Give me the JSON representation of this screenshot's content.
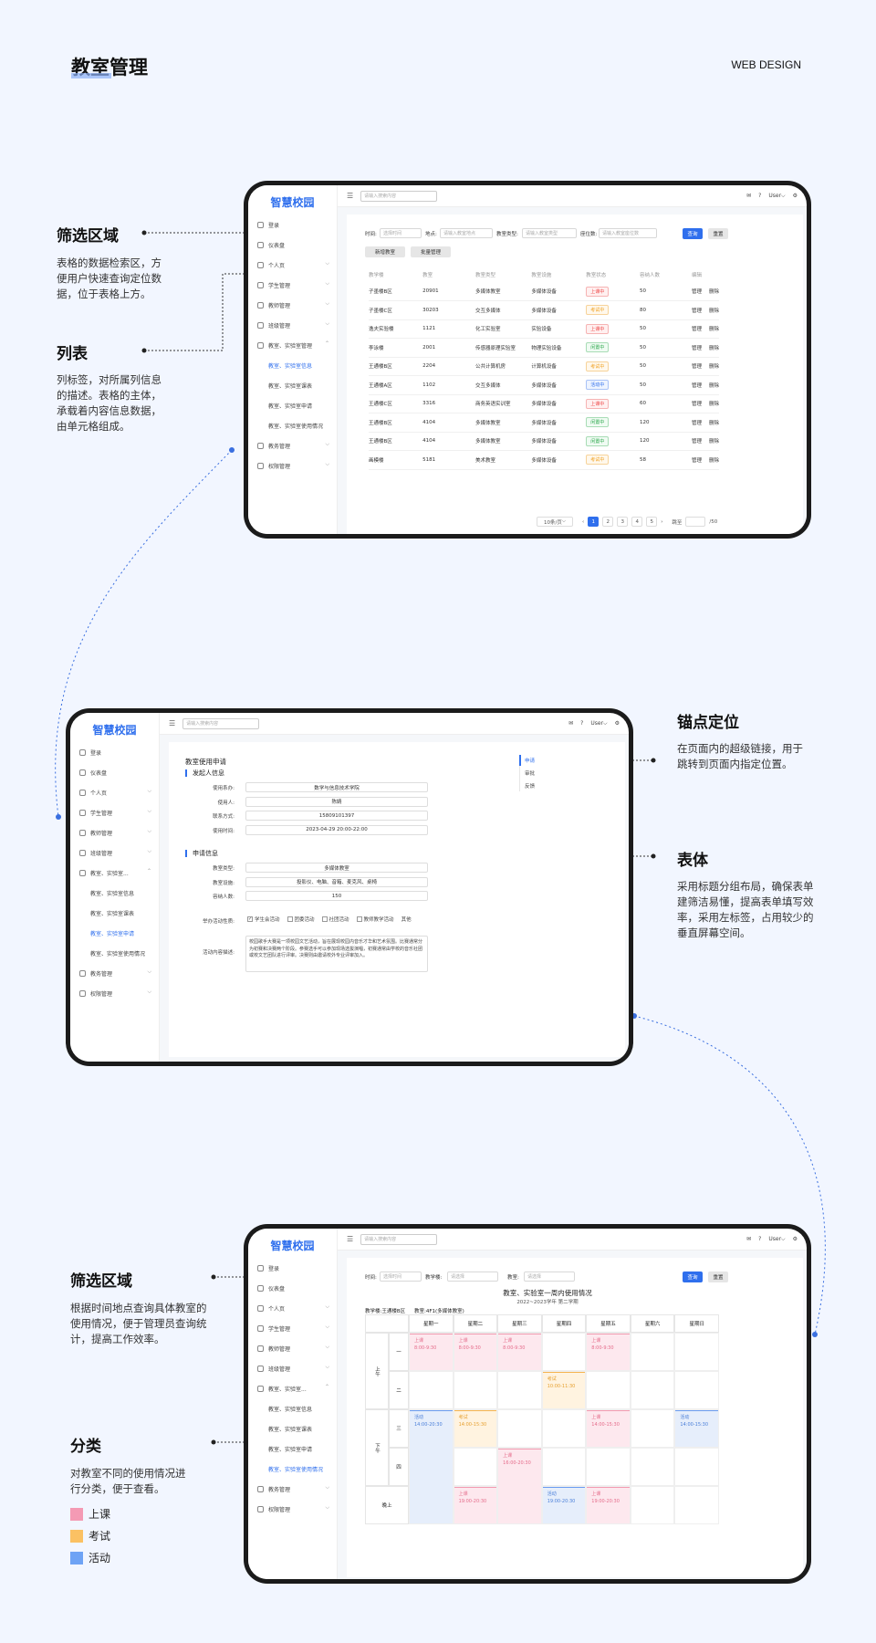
{
  "page": {
    "title": "教室管理",
    "tag": "WEB DESIGN"
  },
  "annotations": {
    "filter": {
      "title": "筛选区域",
      "desc": "表格的数据检索区，方便用户快速查询定位数据，位于表格上方。"
    },
    "list": {
      "title": "列表",
      "desc": "列标签，对所属列信息的描述。表格的主体，承载着内容信息数据，由单元格组成。"
    },
    "anchor": {
      "title": "锚点定位",
      "desc": "在页面内的超级链接，用于跳转到页面内指定位置。"
    },
    "form": {
      "title": "表体",
      "desc": "采用标题分组布局，确保表单建筛洁易懂，提高表单填写效率，采用左标签，占用较少的垂直屏幕空间。"
    },
    "filter2": {
      "title": "筛选区域",
      "desc": "根据时间地点查询具体教室的使用情况，便于管理员查询统计，提高工作效率。"
    },
    "category": {
      "title": "分类",
      "desc": "对教室不同的使用情况进行分类，便于查看。"
    },
    "legend": [
      {
        "label": "上课",
        "color": "#f49ab4"
      },
      {
        "label": "考试",
        "color": "#fbc163"
      },
      {
        "label": "活动",
        "color": "#6ea3f5"
      }
    ]
  },
  "app": {
    "logo": "智慧校园",
    "search_placeholder": "请输入搜索内容",
    "user": "User",
    "icons": [
      "mail-icon",
      "help-icon",
      "user-icon",
      "settings-icon"
    ],
    "menu": [
      "登录",
      "仪表盘",
      "个人页",
      "学生管理",
      "教师管理",
      "班级管理",
      "教室、实验室管理",
      "教务管理",
      "权限管理"
    ],
    "menu_short": "教室、实验室...",
    "submenu": [
      "教室、实验室信息",
      "教室、实验室课表",
      "教室、实验室申请",
      "教室、实验室使用情况"
    ]
  },
  "screen1": {
    "filters": {
      "time_label": "时间:",
      "time_placeholder": "选择时间",
      "place_label": "地点:",
      "place_placeholder": "请输入教室地点",
      "type_label": "教室类型:",
      "type_placeholder": "请输入教室类型",
      "seat_label": "座位数:",
      "seat_placeholder": "请输入教室座位数",
      "query": "查询",
      "reset": "重置",
      "add": "新增教室",
      "batch": "批量管理"
    },
    "columns": [
      "教学楼",
      "教室",
      "教室类型",
      "教室设施",
      "教室状态",
      "容纳人数",
      "编辑"
    ],
    "rows": [
      [
        "子墨楼B区",
        "20901",
        "多媒体教室",
        "多媒体设备",
        "上课中",
        "50"
      ],
      [
        "子墨楼C区",
        "30203",
        "交互多媒体",
        "多媒体设备",
        "考试中",
        "80"
      ],
      [
        "逸夫实验楼",
        "1121",
        "化工实验室",
        "实验设备",
        "上课中",
        "50"
      ],
      [
        "李泳楼",
        "2001",
        "传感器原理实验室",
        "物理实验设备",
        "闲置中",
        "50"
      ],
      [
        "王通楼B区",
        "2204",
        "公共计算机房",
        "计算机设备",
        "考试中",
        "50"
      ],
      [
        "王通楼A区",
        "1102",
        "交互多媒体",
        "多媒体设备",
        "活动中",
        "50"
      ],
      [
        "王通楼C区",
        "3316",
        "商务英语实训室",
        "多媒体设备",
        "上课中",
        "60"
      ],
      [
        "王通楼B区",
        "4104",
        "多媒体教室",
        "多媒体设备",
        "闲置中",
        "120"
      ],
      [
        "王通楼B区",
        "4104",
        "多媒体教室",
        "多媒体设备",
        "闲置中",
        "120"
      ],
      [
        "画模楼",
        "5181",
        "美术教室",
        "多媒体设备",
        "考试中",
        "58"
      ]
    ],
    "actions": [
      "管理",
      "删除"
    ],
    "pagination": {
      "page_size": "10条/页",
      "pages": [
        "1",
        "2",
        "3",
        "4",
        "5"
      ],
      "current": "1",
      "jump_label": "跳至",
      "total": "/50"
    }
  },
  "screen2": {
    "title": "教室使用申请",
    "section1": "发起人信息",
    "fields1": [
      {
        "label": "使用系办:",
        "value": "数学与信息技术学院"
      },
      {
        "label": "使用人:",
        "value": "陈婧"
      },
      {
        "label": "联系方式:",
        "value": "15809101397"
      },
      {
        "label": "使用时间:",
        "value": "2023-04-29   20:00-22:00"
      }
    ],
    "section2": "申请信息",
    "fields2": [
      {
        "label": "教室类型:",
        "value": "多媒体教室"
      },
      {
        "label": "教室设施:",
        "value": "投影仪、电脑、音箱、麦克风、桌椅"
      },
      {
        "label": "容纳人数:",
        "value": "150"
      }
    ],
    "activity_label": "举办活动性质:",
    "activity_options": [
      "学生会活动",
      "团委活动",
      "社团活动",
      "教师教学活动",
      "其他"
    ],
    "content_label": "活动内容描述:",
    "content_text": "校园歌手大赛是一项校园文艺活动，旨在展现校园内音乐才华和艺术氛围。比赛通常分为初赛和决赛两个阶段。参赛选手可以参加现场选拔演唱，初赛通常由学校的音乐社团或校文艺团队进行评审。决赛则由邀请校外专业评审加入。",
    "anchors": [
      "申请",
      "审批",
      "反馈"
    ]
  },
  "screen3": {
    "filters": {
      "time_label": "时间:",
      "time_placeholder": "选择时间",
      "building_label": "教学楼:",
      "building_placeholder": "请选择",
      "room_label": "教室:",
      "room_placeholder": "请选择",
      "query": "查询",
      "reset": "重置"
    },
    "title": "教室、实验室一周内使用情况",
    "subtitle": "2022~2023学年 第二学期",
    "building": "教学楼:王通楼B区",
    "room": "教室:4F1(多媒体教室)",
    "days": [
      "星期一",
      "星期二",
      "星期三",
      "星期四",
      "星期五",
      "星期六",
      "星期日"
    ],
    "periods": [
      {
        "half": "上午",
        "slots": [
          "一",
          "二"
        ]
      },
      {
        "half": "下午",
        "slots": [
          "三",
          "四"
        ]
      }
    ],
    "evening": "晚上",
    "events": [
      {
        "type": "class",
        "label": "上课",
        "time": "8:00-9:30",
        "day": 0,
        "slot": 0,
        "span": 1
      },
      {
        "type": "class",
        "label": "上课",
        "time": "8:00-9:30",
        "day": 1,
        "slot": 0,
        "span": 1
      },
      {
        "type": "class",
        "label": "上课",
        "time": "8:00-9:30",
        "day": 2,
        "slot": 0,
        "span": 1
      },
      {
        "type": "class",
        "label": "上课",
        "time": "8:00-9:30",
        "day": 4,
        "slot": 0,
        "span": 1
      },
      {
        "type": "exam",
        "label": "考试",
        "time": "10:00-11:30",
        "day": 3,
        "slot": 1,
        "span": 1
      },
      {
        "type": "activity",
        "label": "活动",
        "time": "14:00-20:30",
        "day": 0,
        "slot": 2,
        "span": 3
      },
      {
        "type": "exam",
        "label": "考试",
        "time": "14:00-15:30",
        "day": 1,
        "slot": 2,
        "span": 1
      },
      {
        "type": "class",
        "label": "上课",
        "time": "14:00-15:30",
        "day": 4,
        "slot": 2,
        "span": 1
      },
      {
        "type": "activity",
        "label": "活动",
        "time": "14:00-15:30",
        "day": 6,
        "slot": 2,
        "span": 1
      },
      {
        "type": "class",
        "label": "上课",
        "time": "16:00-20:30",
        "day": 2,
        "slot": 3,
        "span": 2
      },
      {
        "type": "class",
        "label": "上课",
        "time": "19:00-20:30",
        "day": 1,
        "slot": 4,
        "span": 1
      },
      {
        "type": "activity",
        "label": "活动",
        "time": "19:00-20:30",
        "day": 3,
        "slot": 4,
        "span": 1
      },
      {
        "type": "class",
        "label": "上课",
        "time": "19:00-20:30",
        "day": 4,
        "slot": 4,
        "span": 1
      }
    ]
  }
}
